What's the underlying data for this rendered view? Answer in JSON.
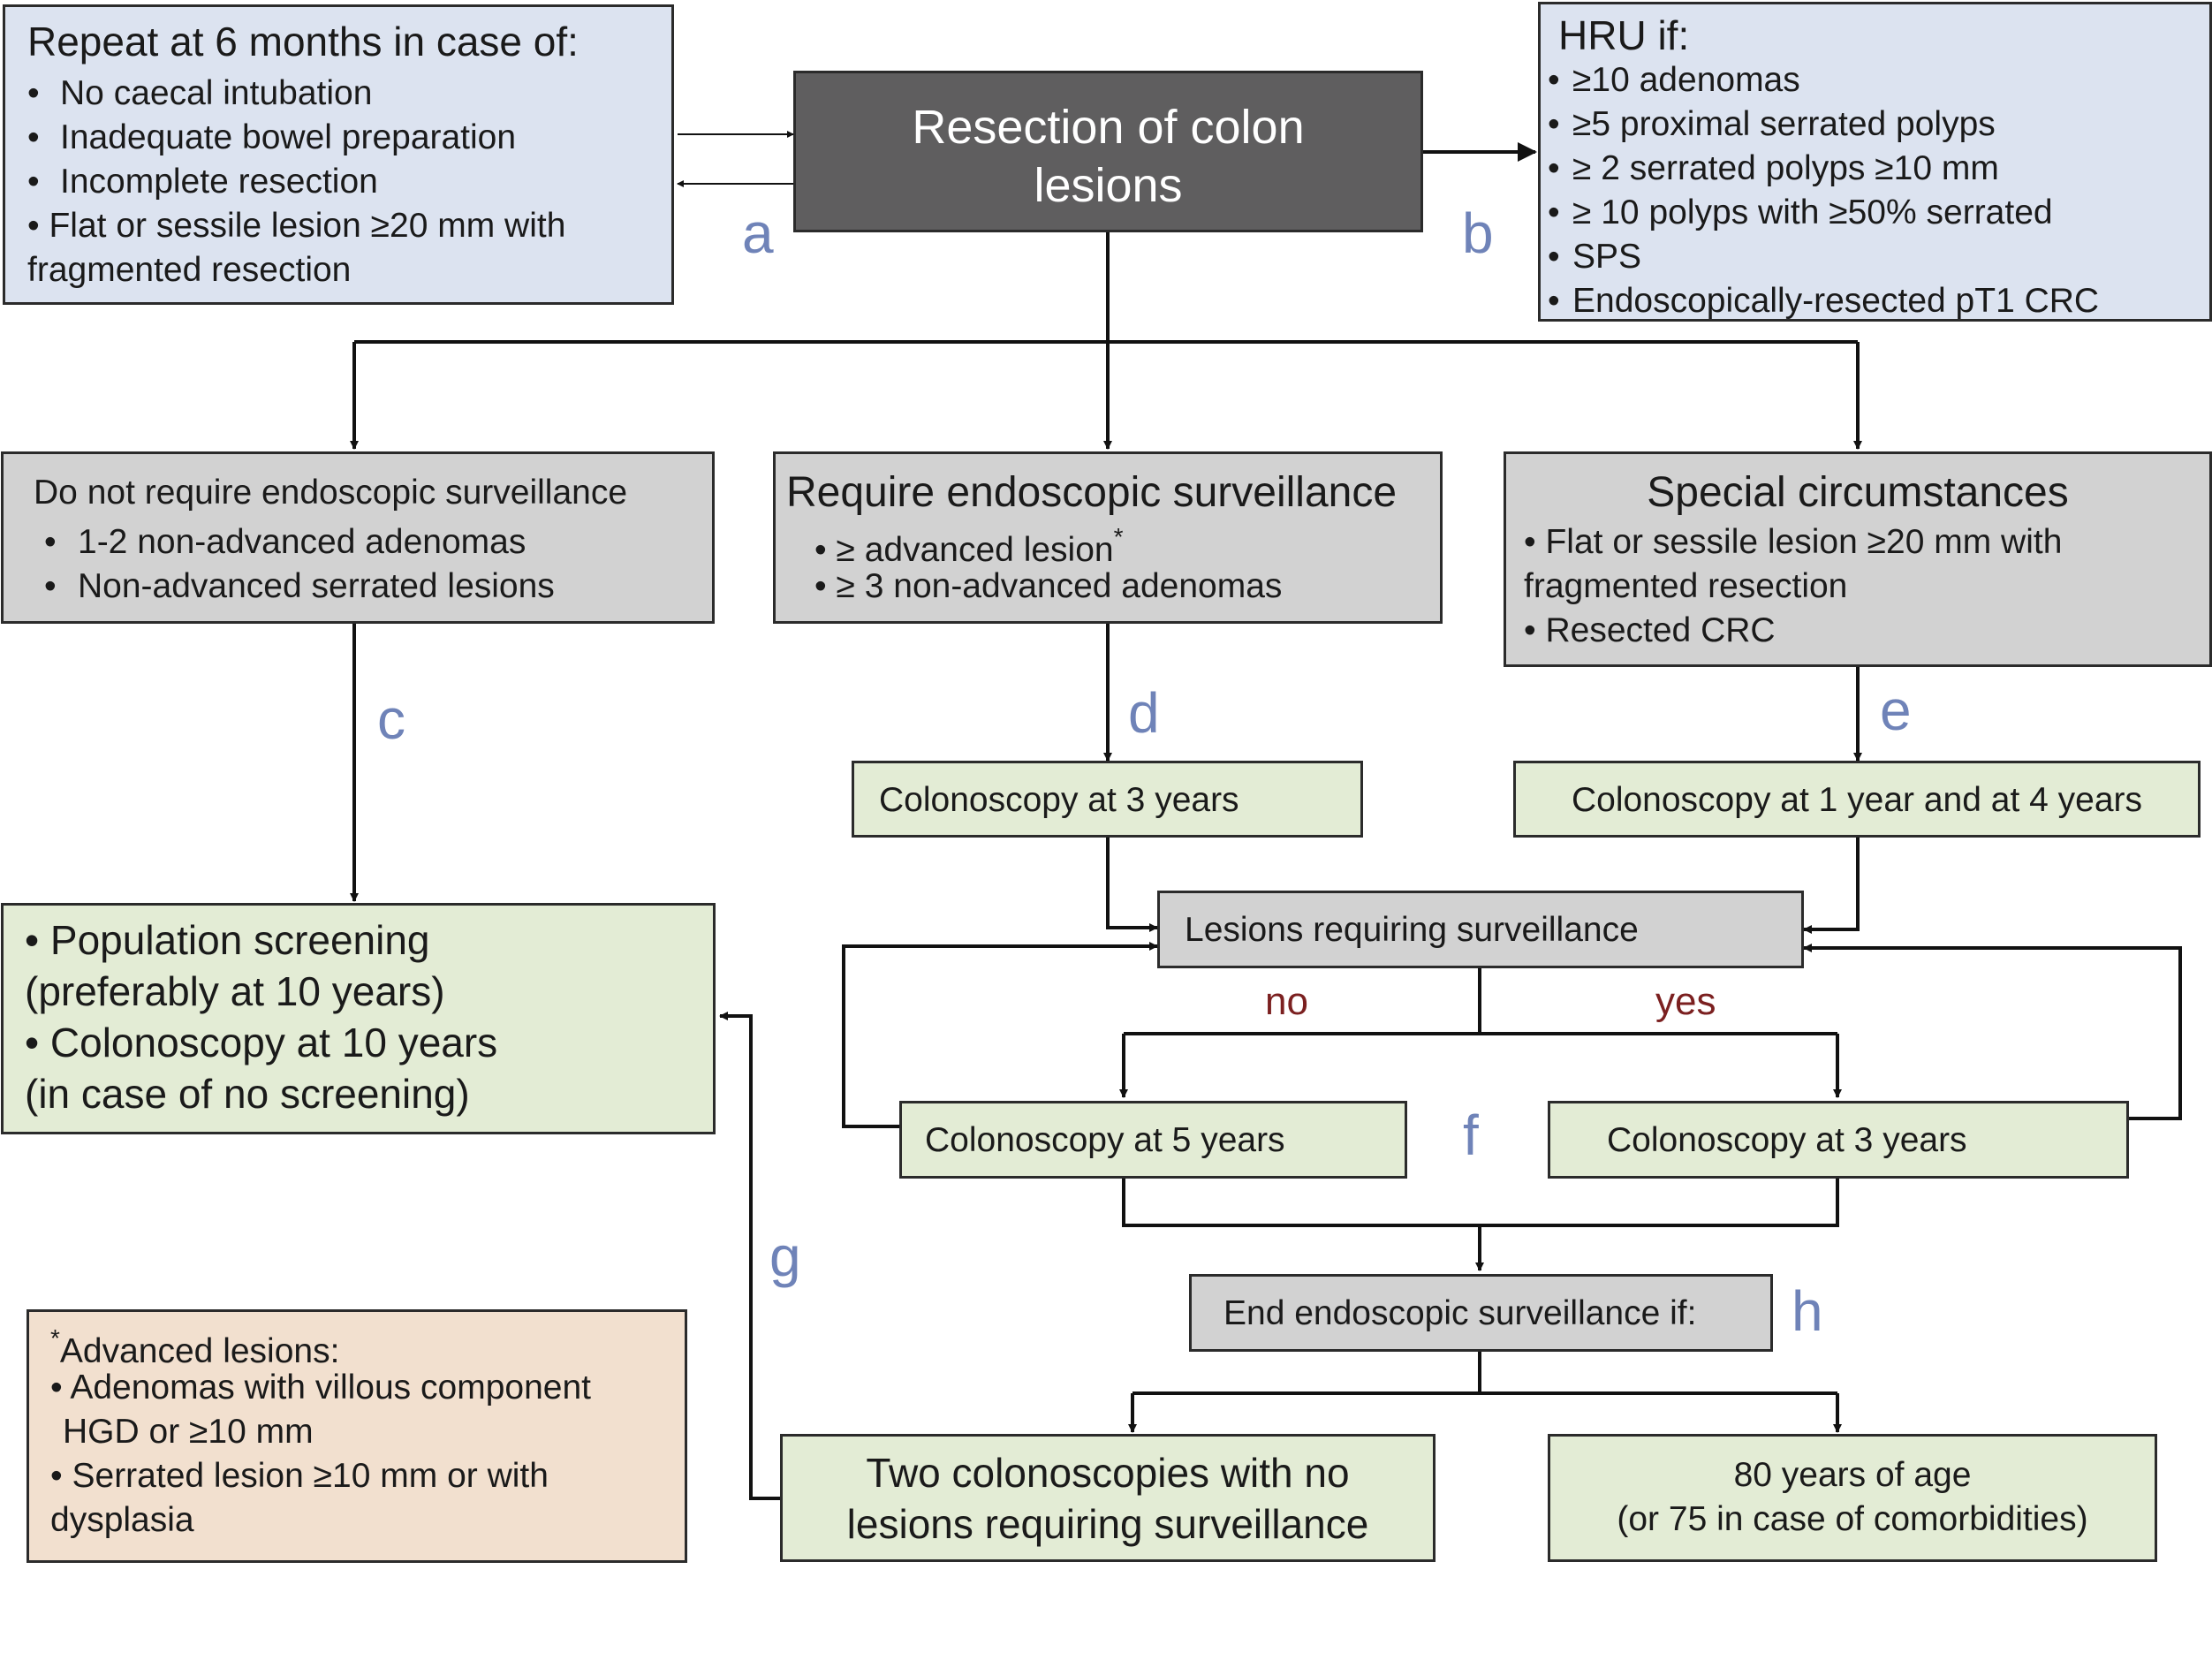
{
  "box_repeat": {
    "title": "Repeat at 6 months in case of:",
    "items": [
      "No caecal intubation",
      "Inadequate bowel preparation",
      "Incomplete resection"
    ],
    "item4_line1": "• Flat or sessile lesion ≥20 mm with",
    "item4_line2": "fragmented resection"
  },
  "box_resection": {
    "line1": "Resection of colon",
    "line2": "lesions"
  },
  "box_hru": {
    "title": "HRU if:",
    "items": [
      "≥10 adenomas",
      "≥5 proximal serrated polyps",
      "≥ 2 serrated polyps ≥10 mm",
      "≥ 10 polyps with ≥50% serrated",
      "SPS",
      "Endoscopically-resected pT1 CRC"
    ]
  },
  "box_no_surveillance": {
    "title": "Do not require endoscopic surveillance",
    "items": [
      "1-2 non-advanced adenomas",
      "Non-advanced serrated lesions"
    ]
  },
  "box_require_surveillance": {
    "title": "Require endoscopic surveillance",
    "item1": "• ≥ advanced lesion",
    "item1_mark": "*",
    "item2": "• ≥ 3 non-advanced adenomas"
  },
  "box_special": {
    "title": "Special circumstances",
    "line1": "• Flat or sessile lesion ≥20 mm with",
    "line2": "fragmented resection",
    "line3": "• Resected CRC"
  },
  "box_colo_3y_top": {
    "text": "Colonoscopy at 3 years"
  },
  "box_colo_1y_4y": {
    "text": "Colonoscopy at 1 year and at 4 years"
  },
  "box_population": {
    "line1": "• Population screening",
    "line2": "(preferably at 10 years)",
    "line3": "• Colonoscopy at 10 years",
    "line4": "(in case of no screening)"
  },
  "box_lesions_req": {
    "text": "Lesions requiring surveillance"
  },
  "branch_no": "no",
  "branch_yes": "yes",
  "box_colo_5y": {
    "text": "Colonoscopy at 5 years"
  },
  "box_colo_3y_bottom": {
    "text": "Colonoscopy at 3 years"
  },
  "box_end": {
    "text": "End endoscopic surveillance if:"
  },
  "box_two_colo": {
    "line1": "Two colonoscopies with no",
    "line2": "lesions requiring surveillance"
  },
  "box_age": {
    "line1": "80 years of age",
    "line2": "(or 75 in case of comorbidities)"
  },
  "box_footnote": {
    "mark": "*",
    "title": "Advanced lesions:",
    "line1": "• Adenomas with villous component",
    "line2": "HGD or ≥10 mm",
    "line3": "• Serrated lesion ≥10 mm or with",
    "line4": "dysplasia"
  },
  "step_labels": {
    "a": "a",
    "b": "b",
    "c": "c",
    "d": "d",
    "e": "e",
    "f": "f",
    "g": "g",
    "h": "h"
  },
  "colors": {
    "blue_box": "#dce3f0",
    "dark_box": "#5f5e5f",
    "grey_box": "#d2d2d2",
    "green_box": "#e3ecd5",
    "tan_box": "#f2e0cf",
    "step_label": "#6f83b8",
    "branch_label": "#7b2020"
  }
}
